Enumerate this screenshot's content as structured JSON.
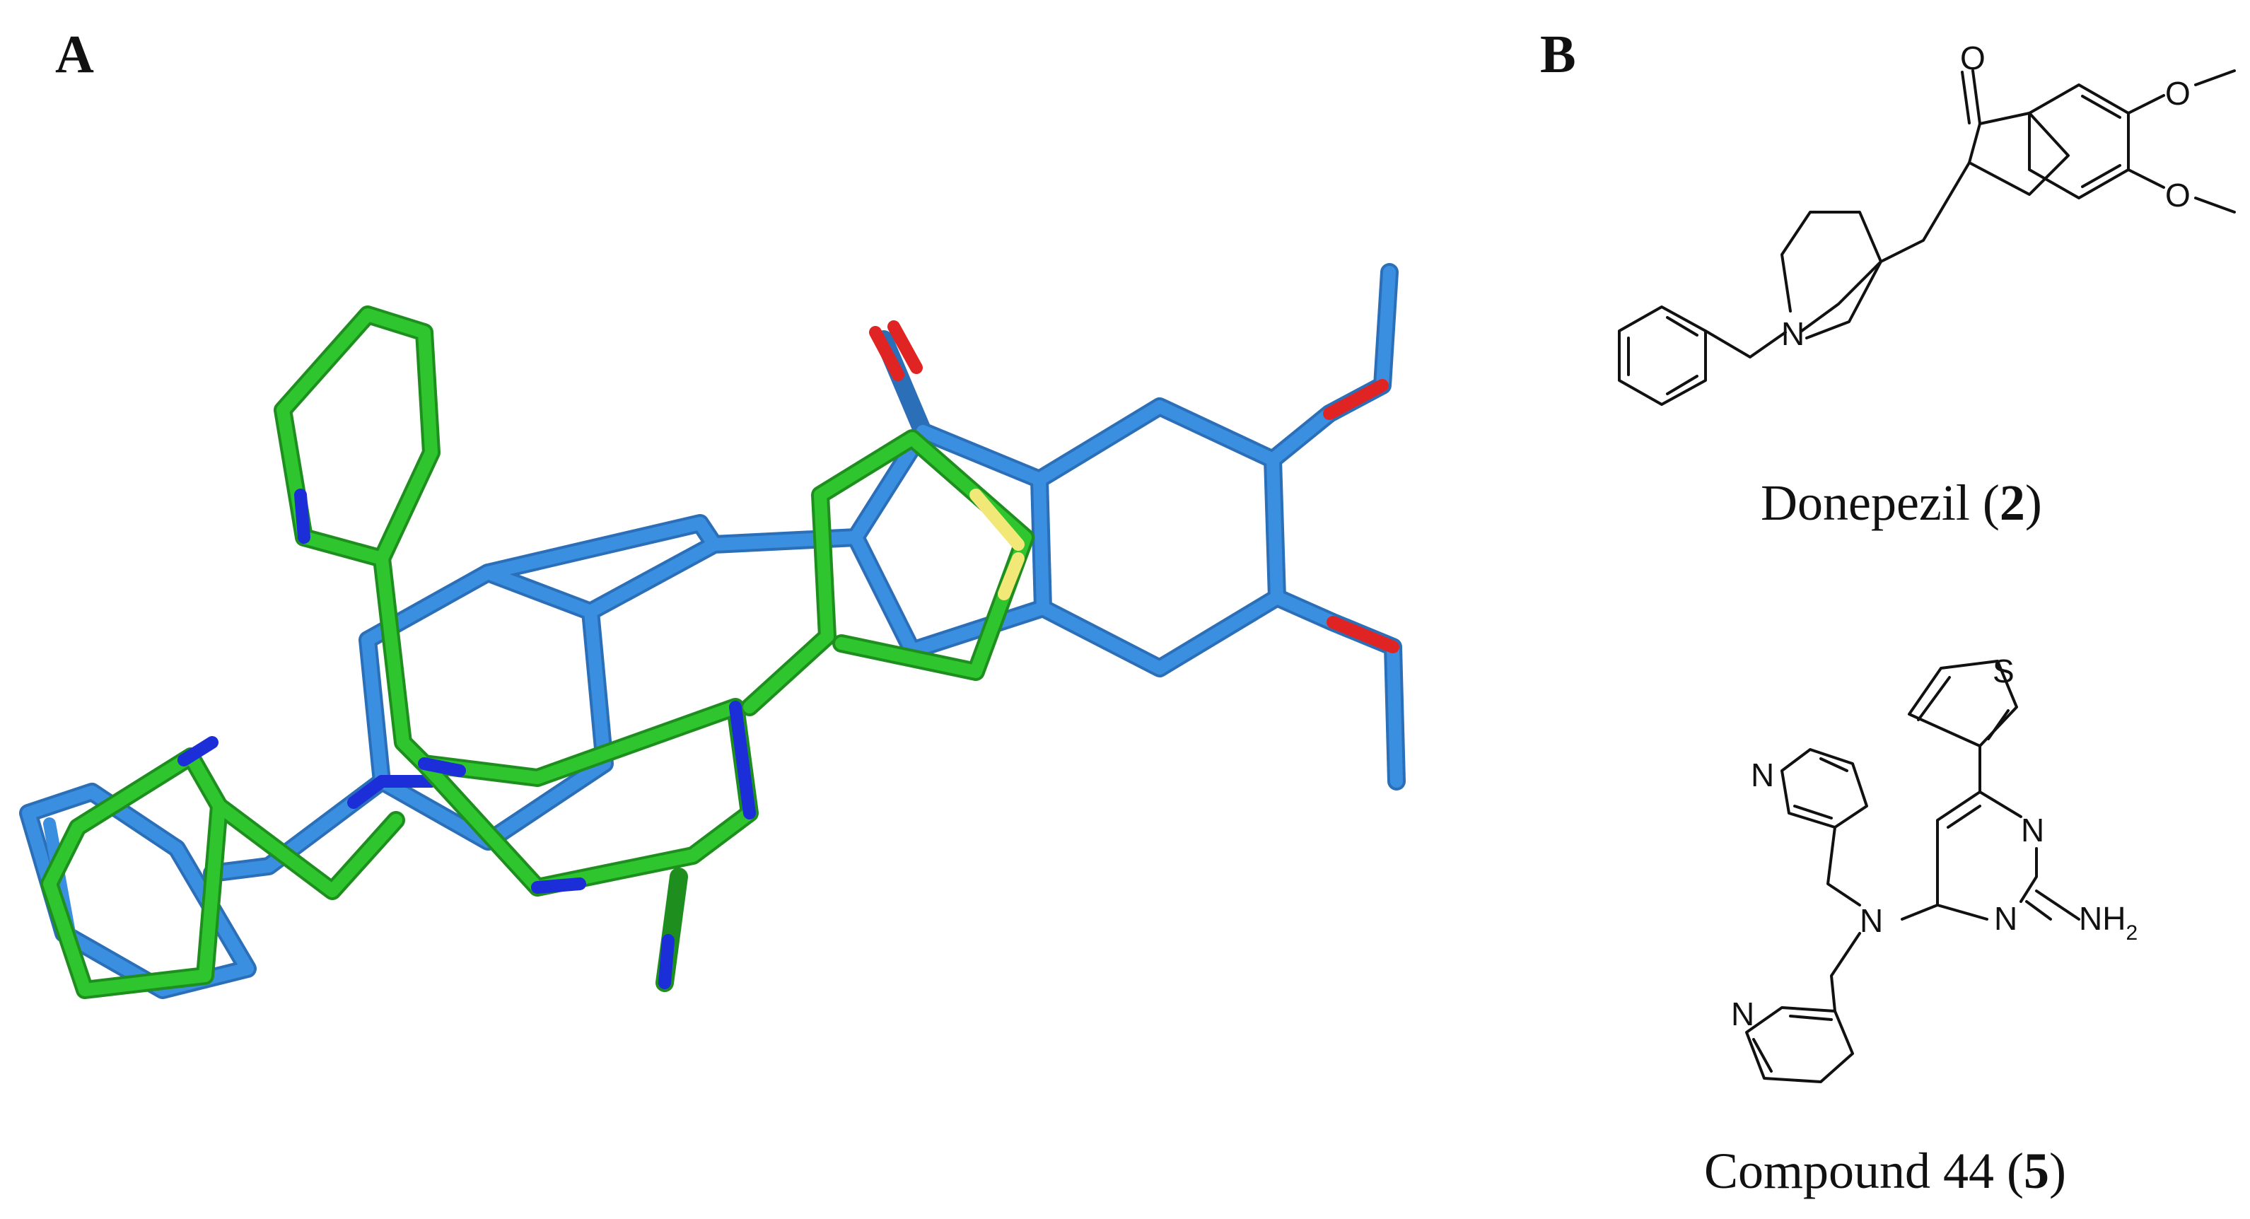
{
  "panels": {
    "a": {
      "letter": "A"
    },
    "b": {
      "letter": "B"
    }
  },
  "molecules": {
    "donepezil": {
      "caption_name": "Donepezil (",
      "caption_number": "2",
      "caption_close": ")",
      "atoms": {
        "oxygen": "O",
        "nitrogen": "N"
      }
    },
    "compound44": {
      "caption_name": "Compound 44 (",
      "caption_number": "5",
      "caption_close": ")",
      "atoms": {
        "sulfur": "S",
        "nitrogen": "N",
        "amine": "NH",
        "amine_sub": "2"
      }
    }
  },
  "colors": {
    "donepezil_carbon": "#3b8fe0",
    "compound_carbon": "#2ec52e",
    "nitrogen": "#1c2ed8",
    "oxygen": "#e02424",
    "sulfur": "#f2e878",
    "ink": "#111111"
  }
}
